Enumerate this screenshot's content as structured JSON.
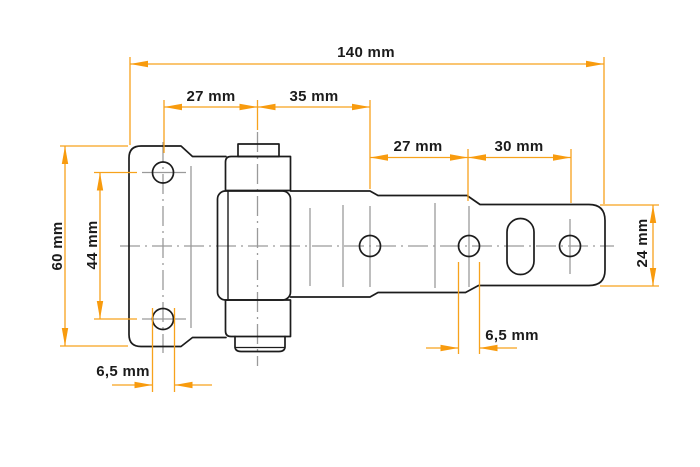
{
  "drawing": {
    "unit": "mm",
    "colors": {
      "background": "#ffffff",
      "outline": "#1c1c1c",
      "centerline": "#9a9a9a",
      "dimension_accent": "#f7a21c",
      "label_text": "#1b1b1b"
    },
    "dimensions": {
      "width_total": {
        "label": "140 mm",
        "value": 140
      },
      "hole_to_pin": {
        "label": "27 mm",
        "value": 27
      },
      "pin_to_arm_hole1": {
        "label": "35 mm",
        "value": 35
      },
      "arm_hole1_to_hole2": {
        "label": "27 mm",
        "value": 27
      },
      "arm_hole2_to_hole3": {
        "label": "30 mm",
        "value": 30
      },
      "plate_height": {
        "label": "60 mm",
        "value": 60
      },
      "plate_hole_spacing": {
        "label": "44 mm",
        "value": 44
      },
      "arm_end_height": {
        "label": "24 mm",
        "value": 24
      },
      "plate_hole_dia": {
        "label": "6,5 mm",
        "value": 6.5
      },
      "arm_hole_dia": {
        "label": "6,5 mm",
        "value": 6.5
      }
    }
  }
}
